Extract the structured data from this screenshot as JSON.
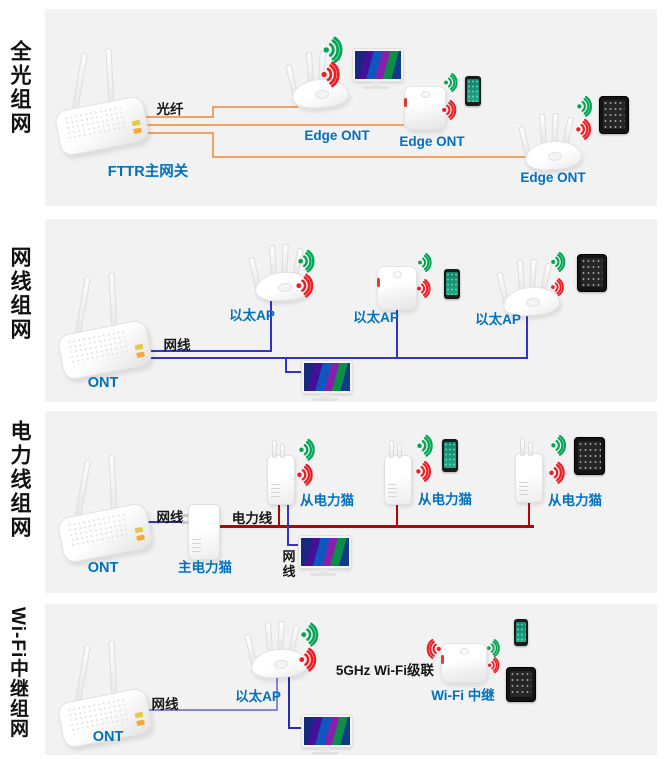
{
  "colors": {
    "panel_bg": "#F2F2F2",
    "fiber_orange": "#F2A262",
    "ethernet_blue": "#3333CC",
    "ethernet_purple": "#8585DE",
    "tv_link_blue": "#2A2AB0",
    "powerline_red": "#C00000",
    "label_blue": "#0070C0",
    "wifi_green": "#00A651",
    "wifi_red": "#EE1C23",
    "title_black": "#111111"
  },
  "icon_names": {
    "wifi": "wifi-signal-icon",
    "tv": "tv-icon",
    "phone": "smartphone-icon",
    "tablet": "tablet-icon"
  },
  "sections": [
    {
      "title": "全光组网",
      "gateway_label": "FTTR主网关",
      "link_label": "光纤",
      "edge_ont_labels": [
        "Edge ONT",
        "Edge ONT",
        "Edge ONT"
      ]
    },
    {
      "title": "网线组网",
      "gateway_label": "ONT",
      "link_label": "网线",
      "ap_labels": [
        "以太AP",
        "以太AP",
        "以太AP"
      ]
    },
    {
      "title": "电力线组网",
      "gateway_label": "ONT",
      "ethernet_link_label": "网线",
      "master_label": "主电力猫",
      "powerline_link_label": "电力线",
      "slave_labels": [
        "从电力猫",
        "从电力猫",
        "从电力猫"
      ],
      "tv_link_label": "网线"
    },
    {
      "title": "Wi-Fi中继组网",
      "gateway_label": "ONT",
      "link_label": "网线",
      "ap_label": "以太AP",
      "cascade_label": "5GHz Wi-Fi级联",
      "repeater_label": "Wi-Fi 中继"
    }
  ]
}
